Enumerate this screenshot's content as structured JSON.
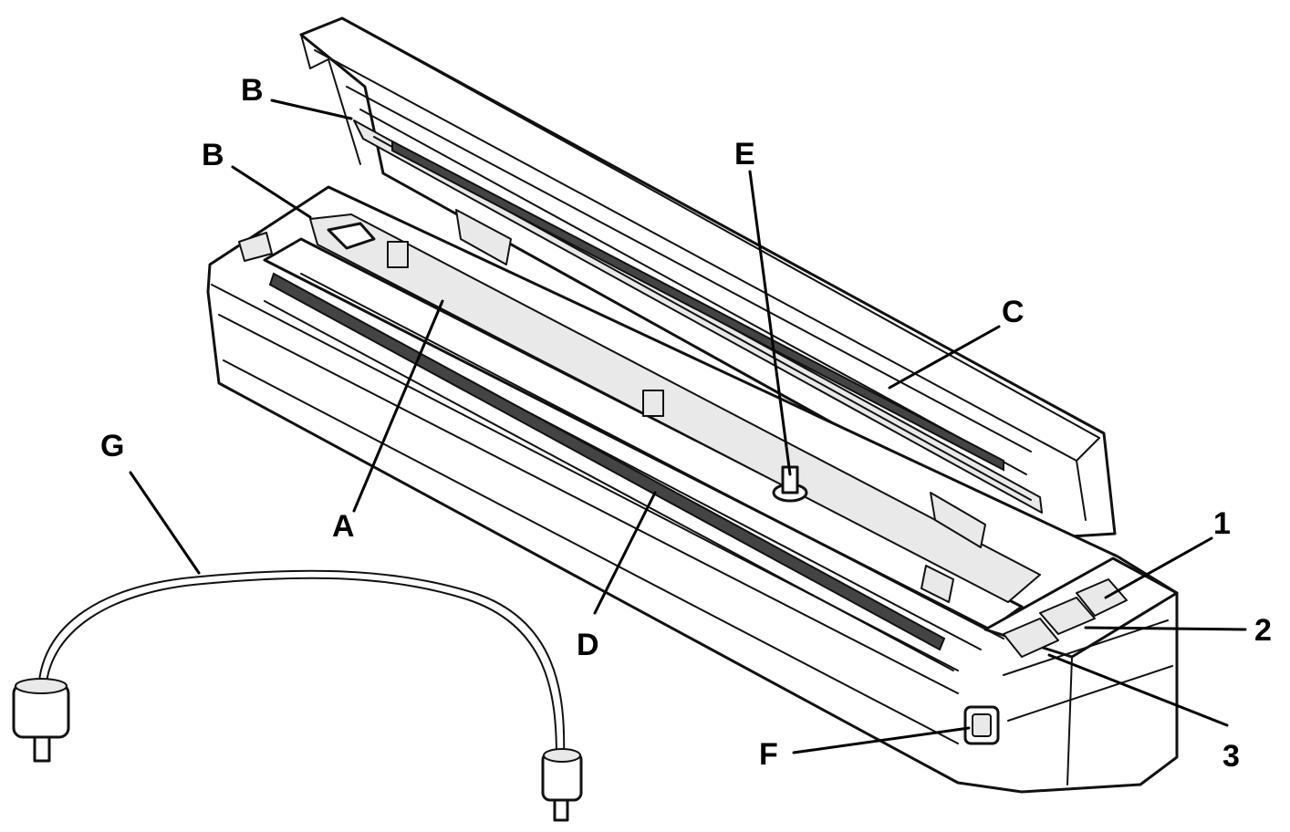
{
  "callouts": {
    "A": "A",
    "B_upper": "B",
    "B_lower": "B",
    "C": "C",
    "D": "D",
    "E": "E",
    "F": "F",
    "G": "G",
    "button_1": "1",
    "button_2": "2",
    "button_3": "3"
  }
}
